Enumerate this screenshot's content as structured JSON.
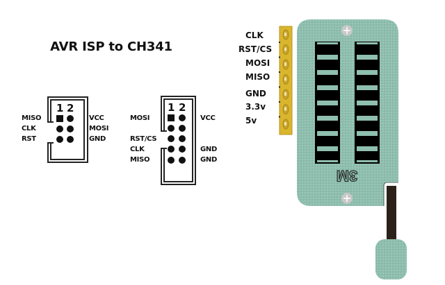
{
  "title": "AVR ISP to CH341",
  "connector_6pin": {
    "pin_numbers": [
      "1",
      "2"
    ],
    "left_labels": [
      "MISO",
      "CLK",
      "RST"
    ],
    "right_labels": [
      "VCC",
      "MOSI",
      "GND"
    ]
  },
  "connector_10pin": {
    "pin_numbers": [
      "1",
      "2"
    ],
    "left_labels": [
      "MOSI",
      "",
      "RST/CS",
      "CLK",
      "MISO"
    ],
    "right_labels": [
      "VCC",
      "",
      "",
      "GND",
      "GND"
    ]
  },
  "ch341_header": {
    "labels": [
      "CLK",
      "RST/CS",
      "MOSI",
      "MISO",
      "GND",
      "3.3v",
      "5v"
    ]
  },
  "zif_socket": {
    "brand": "3M",
    "board_color": "#8fbfaf",
    "header_color": "#d9b62c",
    "lever_color": "#2b2118"
  }
}
